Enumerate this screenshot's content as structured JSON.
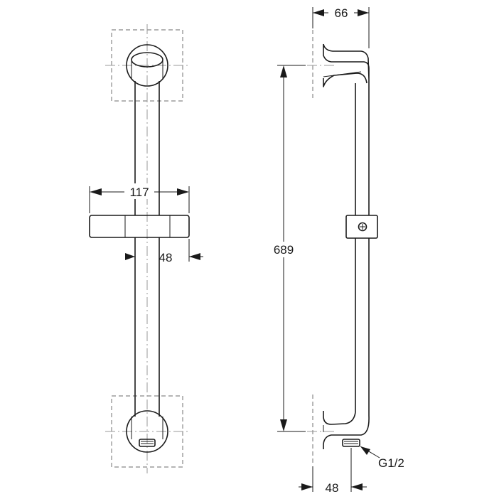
{
  "dimensions": {
    "front_bracket_width": "117",
    "front_bar_width": "48",
    "overall_height": "689",
    "side_wall_offset": "66",
    "side_base_width": "48",
    "thread_size": "G1/2"
  },
  "colors": {
    "line": "#1a1a1a",
    "hidden": "#888888",
    "centerline": "#999999",
    "background": "#ffffff"
  }
}
